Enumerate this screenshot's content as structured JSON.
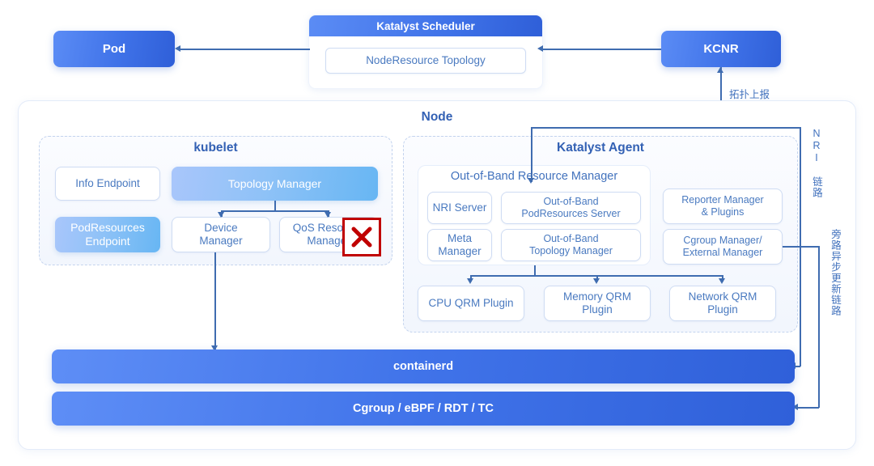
{
  "diagram": {
    "top": {
      "pod": "Pod",
      "scheduler_title": "Katalyst Scheduler",
      "scheduler_item": "NodeResource Topology",
      "kcnr": "KCNR"
    },
    "node": {
      "title": "Node",
      "kubelet": {
        "title": "kubelet",
        "info_endpoint": "Info Endpoint",
        "topology_manager": "Topology Manager",
        "podresources_endpoint": "PodResources\nEndpoint",
        "device_manager": "Device\nManager",
        "qos_resource_manager": "QoS Resource\nManager",
        "qrm_disabled_mark": "x-mark"
      },
      "agent": {
        "title": "Katalyst Agent",
        "oob_title": "Out-of-Band Resource Manager",
        "oob_items": [
          "NRI Server",
          "Out-of-Band\nPodResources Server",
          "Meta\nManager",
          "Out-of-Band\nTopology Manager"
        ],
        "side_items": [
          "Reporter Manager\n& Plugins",
          "Cgroup Manager/\nExternal Manager"
        ],
        "qrm_plugins": [
          "CPU QRM Plugin",
          "Memory QRM\nPlugin",
          "Network QRM\nPlugin"
        ]
      },
      "containerd": "containerd",
      "kernel_layer": "Cgroup / eBPF / RDT / TC"
    },
    "labels": {
      "topology_report": "拓扑上报",
      "nri_link": "NRI 链路",
      "bypass_async_link": "旁路异步更新链路"
    },
    "colors": {
      "accent_blue": "#3f72e8",
      "light_blue": "#8fc2f7",
      "line": "#3f6cb0",
      "text_blue": "#4272bd",
      "mark_red": "#c00000"
    }
  }
}
